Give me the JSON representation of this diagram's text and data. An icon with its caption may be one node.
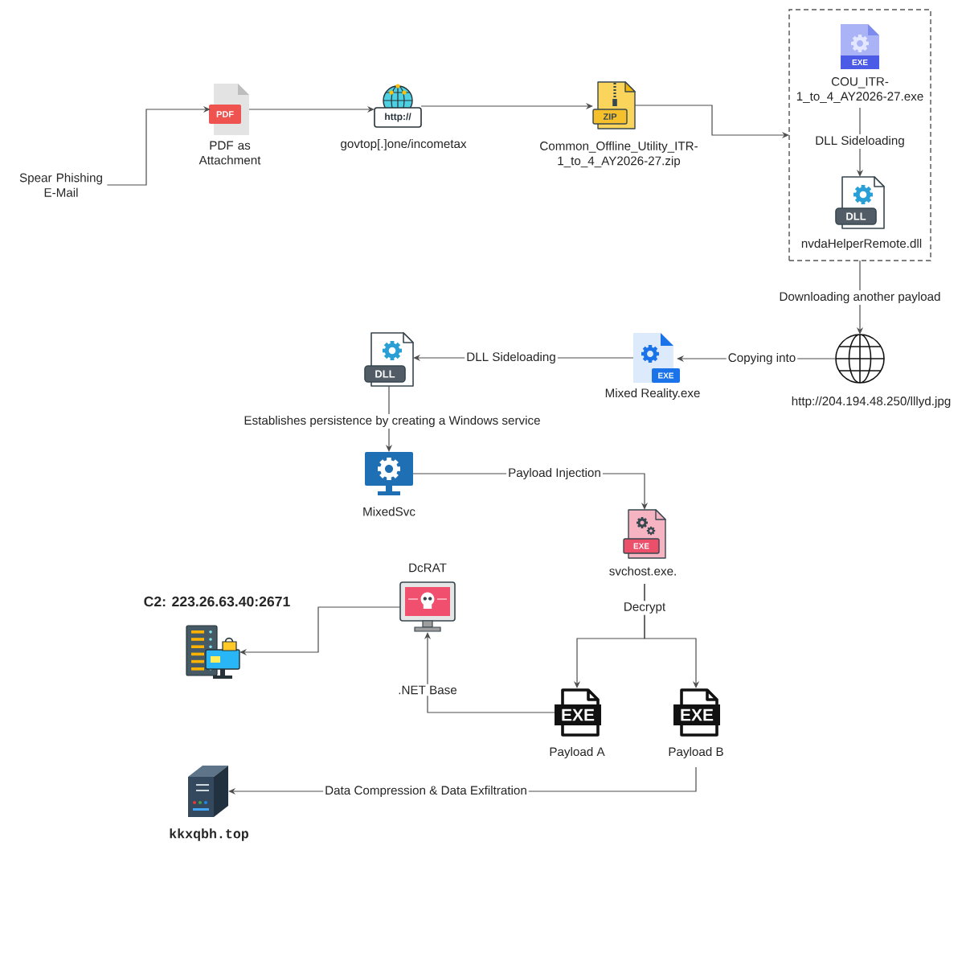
{
  "diagram": {
    "nodes": [
      {
        "text": [
          "Spear Phishing E-Mail"
        ]
      },
      {
        "text": [
          "PDF as Attachment"
        ]
      },
      {
        "text": [
          "govtop[.]one/incometax"
        ]
      },
      {
        "text": [
          "Common_Offline_Utility_ITR- 1_to_4_AY2026-27.zip"
        ]
      },
      {
        "text": [],
        "shape": "box"
      },
      {
        "text": [
          "COU_ITR- 1_to_4_AY2026-27.exe"
        ],
        "in": 4
      },
      {
        "text": [
          "nvdaHelperRemote.dll"
        ],
        "in": 4
      },
      {
        "text": [
          "http://204.194.48.250/lllyd.jpg"
        ]
      },
      {
        "text": [
          "Mixed Reality.exe"
        ]
      },
      {
        "text": [],
        "shape": "picture"
      },
      {
        "text": [
          "MixedSvc"
        ]
      },
      {
        "text": [
          "svchost.exe."
        ]
      },
      {
        "text": [
          "DcRAT"
        ]
      },
      {
        "text": [
          "C2: 223.26.63.40:2671"
        ]
      },
      {
        "text": [
          "Payload A"
        ]
      },
      {
        "text": [
          "Payload B"
        ]
      },
      {
        "text": [
          "kkxqbh.top"
        ]
      }
    ],
    "edges": [
      {
        "from": 0,
        "to": 1,
        "arrow": "to"
      },
      {
        "from": 1,
        "to": 2,
        "arrow": "to"
      },
      {
        "from": 2,
        "to": 3,
        "arrow": "to"
      },
      {
        "from": 3,
        "to": 4,
        "arrow": "to"
      },
      {
        "from": 5,
        "to": 6,
        "arrow": "to",
        "label": "DLL Sideloading"
      },
      {
        "from": 4,
        "to": 7,
        "arrow": "to",
        "label": "Downloading another payload"
      },
      {
        "from": 7,
        "to": 8,
        "arrow": "to",
        "label": "Copying into"
      },
      {
        "from": 8,
        "to": 9,
        "arrow": "to",
        "label": "DLL Sideloading"
      },
      {
        "from": 9,
        "to": 10,
        "arrow": "to",
        "label": "Establishes persistence by creating a Windows service"
      },
      {
        "from": 10,
        "to": 11,
        "arrow": "to",
        "label": "Payload Injection"
      },
      {
        "from": 11,
        "to": 14,
        "arrow": "to",
        "label": "Decrypt"
      },
      {
        "from": 11,
        "to": 15,
        "arrow": "to"
      },
      {
        "from": 14,
        "to": 12,
        "arrow": "to",
        "label": ".NET Base"
      },
      {
        "from": 12,
        "to": 13,
        "arrow": "to"
      },
      {
        "from": 15,
        "to": 16,
        "arrow": "to",
        "label": "Data Compression & Data Exfiltration"
      }
    ],
    "labels": [
      "EXE",
      "PDF",
      "http://",
      "ZIP",
      "DLL",
      "DLL",
      "EXE",
      "EXE",
      "EXE",
      "EXE"
    ]
  }
}
